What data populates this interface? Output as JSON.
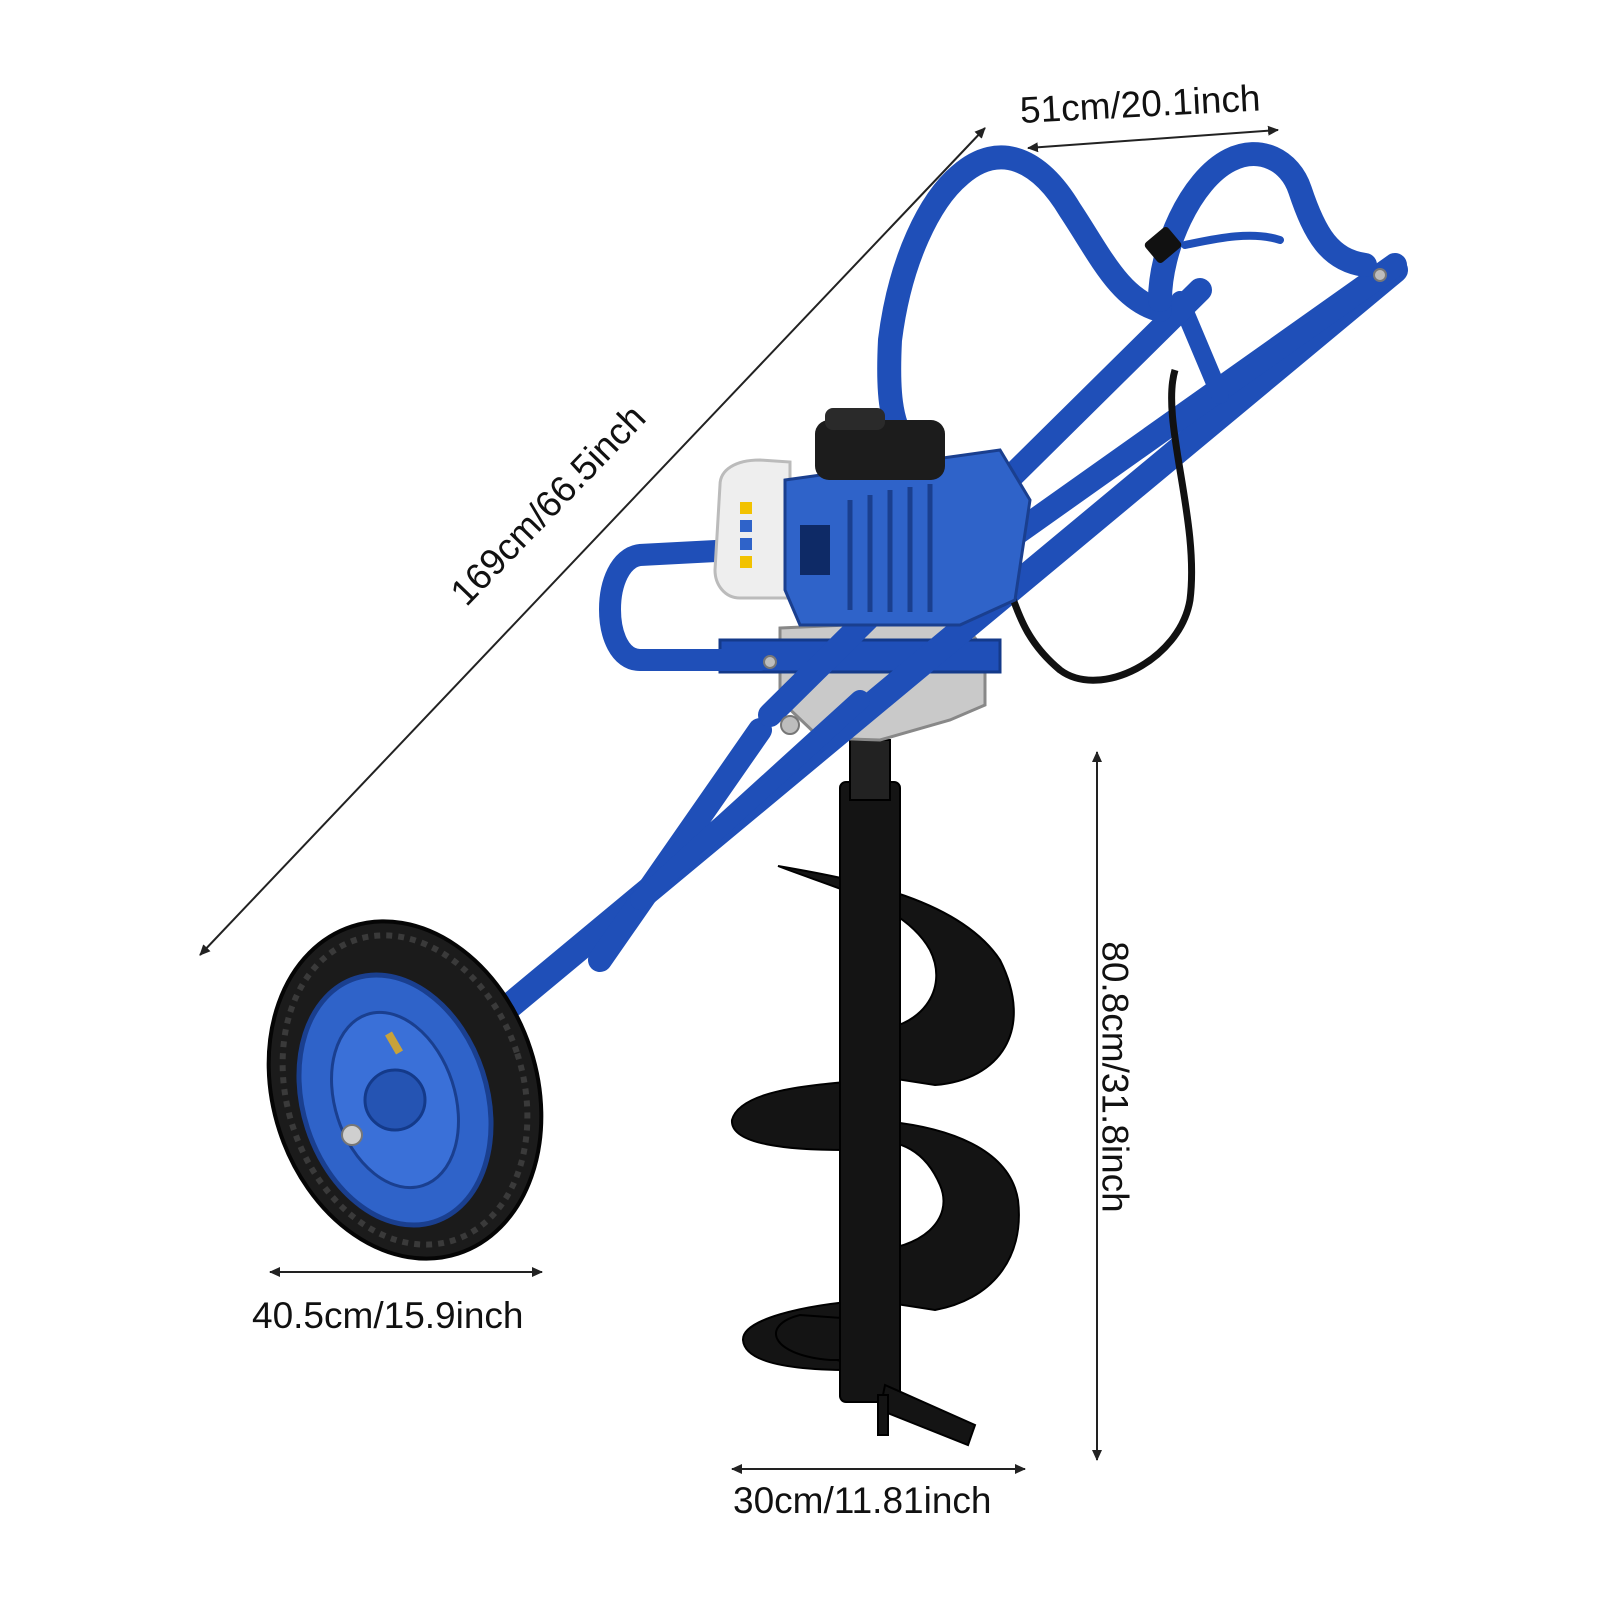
{
  "product": {
    "frame_color": "#1f4fb8",
    "engine_color": "#2f63c9",
    "auger_color": "#141414",
    "tire_color": "#1b1b1b",
    "tank_color": "#eeeeee"
  },
  "dimensions": {
    "handle_width": "51cm/20.1inch",
    "overall_length": "169cm/66.5inch",
    "auger_length": "80.8cm/31.8inch",
    "wheel_diameter": "40.5cm/15.9inch",
    "auger_diameter": "30cm/11.81inch"
  }
}
